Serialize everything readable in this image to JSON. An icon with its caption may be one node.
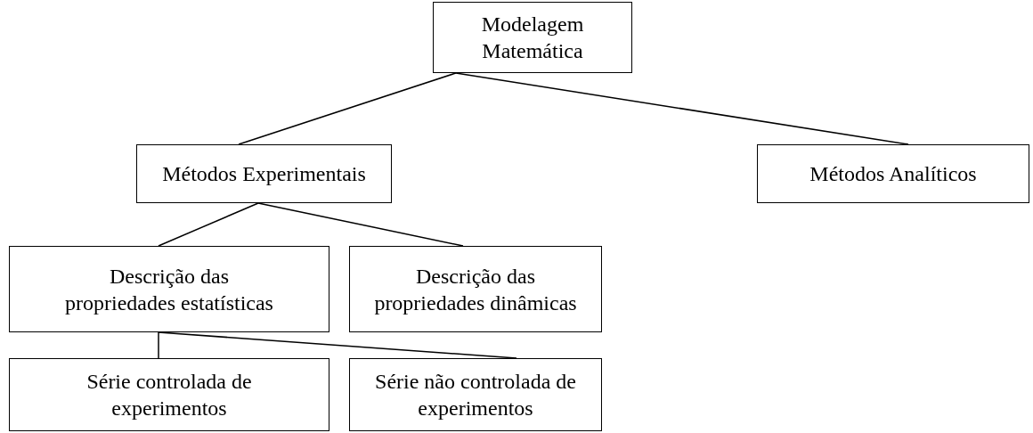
{
  "diagram": {
    "nodes": [
      {
        "text": [
          "Modelagem Matemática"
        ]
      },
      {
        "text": [
          "Métodos Experimentais"
        ]
      },
      {
        "text": [
          "Métodos Analíticos"
        ]
      },
      {
        "text": [
          "Descrição das propriedades estatísticas"
        ]
      },
      {
        "text": [
          "Descrição das propriedades dinâmicas"
        ]
      },
      {
        "text": [
          "Série controlada de experimentos"
        ]
      },
      {
        "text": [
          "Série não controlada de experimentos"
        ]
      }
    ],
    "edges": [
      {
        "from": 0,
        "to": 1,
        "arrow": "none"
      },
      {
        "from": 0,
        "to": 2,
        "arrow": "none"
      },
      {
        "from": 1,
        "to": 3,
        "arrow": "none"
      },
      {
        "from": 1,
        "to": 4,
        "arrow": "none"
      },
      {
        "from": 3,
        "to": 5,
        "arrow": "none"
      },
      {
        "from": 3,
        "to": 6,
        "arrow": "none"
      }
    ]
  }
}
